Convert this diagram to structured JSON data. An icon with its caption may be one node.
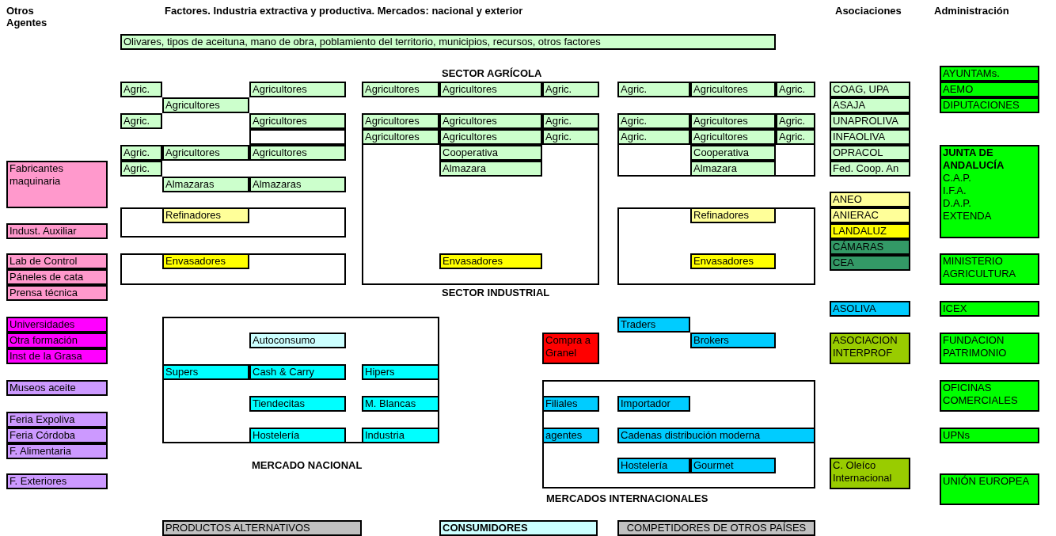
{
  "diagram": {
    "nodes": [
      {
        "text": [
          "Olivares, tipos de aceituna, mano de obra, poblamiento del territorio, municipios, recursos, otros factores"
        ]
      },
      {
        "text": [
          "AYUNTAMs."
        ]
      },
      {
        "text": [
          "Agric."
        ]
      },
      {
        "text": [
          "Agricultores"
        ]
      },
      {
        "text": [
          "Agricultores"
        ]
      },
      {
        "text": [
          "Agricultores"
        ]
      },
      {
        "text": [
          "Agric."
        ]
      },
      {
        "text": [
          "Agric."
        ]
      },
      {
        "text": [
          "Agricultores"
        ]
      },
      {
        "text": [
          "Agric."
        ]
      },
      {
        "text": [
          "COAG, UPA"
        ]
      },
      {
        "text": [
          "AEMO"
        ]
      },
      {
        "text": [
          "Agricultores"
        ]
      },
      {
        "text": [
          "ASAJA"
        ]
      },
      {
        "text": [
          "DIPUTACIONES"
        ]
      },
      {
        "text": [
          "Agric."
        ]
      },
      {
        "text": [
          "Agricultores"
        ]
      },
      {
        "text": [
          "Agricultores"
        ]
      },
      {
        "text": [
          "Agricultores"
        ]
      },
      {
        "text": [
          "Agric."
        ]
      },
      {
        "text": [
          "Agric."
        ]
      },
      {
        "text": [
          "Agricultores"
        ]
      },
      {
        "text": [
          "Agric."
        ]
      },
      {
        "text": [
          "UNAPROLIVA"
        ]
      },
      {
        "text": [
          "Agricultores"
        ]
      },
      {
        "text": [
          "Agricultores"
        ]
      },
      {
        "text": [
          "Agric."
        ]
      },
      {
        "text": [
          "Agric."
        ]
      },
      {
        "text": [
          "Agricultores"
        ]
      },
      {
        "text": [
          "Agric."
        ]
      },
      {
        "text": [
          "INFAOLIVA"
        ]
      },
      {
        "text": [
          "Agric."
        ]
      },
      {
        "text": [
          "Agricultores"
        ]
      },
      {
        "text": [
          "Agricultores"
        ]
      },
      {
        "text": [
          "Cooperativa"
        ]
      },
      {
        "text": [
          "Cooperativa"
        ]
      },
      {
        "text": [
          "OPRACOL"
        ]
      },
      {
        "text": [
          "JUNTA DE ANDALUCÍA",
          "C.A.P.",
          "I.F.A.",
          "D.A.P.",
          "EXTENDA"
        ]
      },
      {
        "text": [
          "Fabricantes maquinaria"
        ]
      },
      {
        "text": [
          "Agric."
        ]
      },
      {
        "text": [
          "Almazara"
        ]
      },
      {
        "text": [
          "Almazara"
        ]
      },
      {
        "text": [
          "Fed. Coop. An"
        ]
      },
      {
        "text": [
          "Almazaras"
        ]
      },
      {
        "text": [
          "Almazaras"
        ]
      },
      {
        "text": [
          "ANEO"
        ]
      },
      {
        "text": [
          "Refinadores"
        ]
      },
      {
        "text": [
          "Refinadores"
        ]
      },
      {
        "text": [
          "ANIERAC"
        ]
      },
      {
        "text": [
          "Indust. Auxiliar"
        ]
      },
      {
        "text": [
          "LANDALUZ"
        ]
      },
      {
        "text": [
          "CÁMARAS"
        ]
      },
      {
        "text": [
          "Lab de Control"
        ]
      },
      {
        "text": [
          "Envasadores"
        ]
      },
      {
        "text": [
          "Envasadores"
        ]
      },
      {
        "text": [
          "Envasadores"
        ]
      },
      {
        "text": [
          "CEA"
        ]
      },
      {
        "text": [
          "MINISTERIO AGRICULTURA"
        ]
      },
      {
        "text": [
          "Páneles de cata"
        ]
      },
      {
        "text": [
          "Prensa técnica"
        ]
      },
      {
        "text": [
          "ASOLIVA"
        ]
      },
      {
        "text": [
          "ICEX"
        ]
      },
      {
        "text": [
          "Universidades"
        ]
      },
      {
        "text": [
          "Traders"
        ]
      },
      {
        "text": [
          "Otra formación"
        ]
      },
      {
        "text": [
          "Autoconsumo"
        ]
      },
      {
        "text": [
          "Compra a Granel"
        ]
      },
      {
        "text": [
          "Brokers"
        ]
      },
      {
        "text": [
          "ASOCIACION INTERPROF"
        ]
      },
      {
        "text": [
          "FUNDACION PATRIMONIO"
        ]
      },
      {
        "text": [
          "Inst de la Grasa"
        ]
      },
      {
        "text": [
          "Supers"
        ]
      },
      {
        "text": [
          "Cash & Carry"
        ]
      },
      {
        "text": [
          "Hipers"
        ]
      },
      {
        "text": [
          "Museos aceite"
        ]
      },
      {
        "text": [
          "OFICINAS COMERCIALES"
        ]
      },
      {
        "text": [
          "Tiendecitas"
        ]
      },
      {
        "text": [
          "M. Blancas"
        ]
      },
      {
        "text": [
          "Filiales"
        ]
      },
      {
        "text": [
          "Importador"
        ]
      },
      {
        "text": [
          "Feria Expoliva"
        ]
      },
      {
        "text": [
          "Feria Córdoba"
        ]
      },
      {
        "text": [
          "Hostelería"
        ]
      },
      {
        "text": [
          "Industria"
        ]
      },
      {
        "text": [
          "agentes"
        ]
      },
      {
        "text": [
          "Cadenas distribución moderna"
        ]
      },
      {
        "text": [
          "UPNs"
        ]
      },
      {
        "text": [
          "F. Alimentaria"
        ]
      },
      {
        "text": [
          "Hostelería"
        ]
      },
      {
        "text": [
          "Gourmet"
        ]
      },
      {
        "text": [
          "C. Oleíco Internacional"
        ]
      },
      {
        "text": [
          "F. Exteriores"
        ]
      },
      {
        "text": [
          "UNIÓN EUROPEA"
        ]
      },
      {
        "text": [
          "PRODUCTOS ALTERNATIVOS"
        ]
      },
      {
        "text": [
          "CONSUMIDORES"
        ]
      },
      {
        "text": [
          "COMPETIDORES DE OTROS PAÍSES"
        ]
      }
    ],
    "labels": [
      "Otros Agentes",
      "Factores. Industria extractiva y productiva. Mercados: nacional y exterior",
      "Asociaciones",
      "Administración",
      "SECTOR AGRÍCOLA",
      "SECTOR INDUSTRIAL",
      "MERCADO NACIONAL",
      "MERCADOS INTERNACIONALES"
    ]
  }
}
